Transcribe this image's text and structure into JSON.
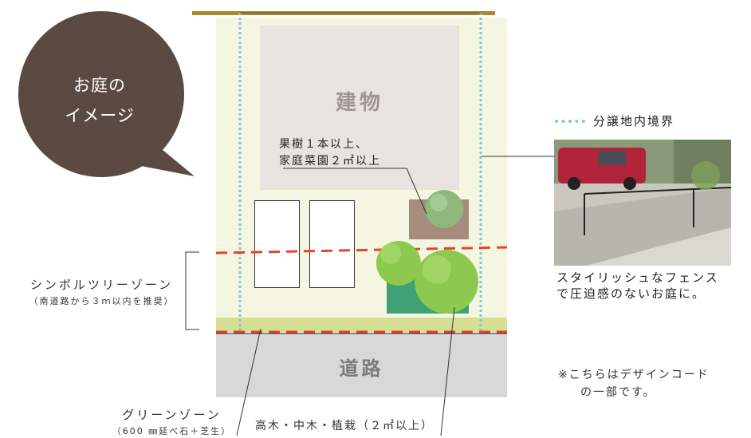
{
  "bubble": {
    "line1": "お庭の",
    "line2": "イメージ",
    "color": "#5a4a42"
  },
  "plan": {
    "building_label": "建物",
    "road_label": "道路",
    "fruit_note_line1": "果樹１本以上、",
    "fruit_note_line2": "家庭菜園２㎡以上"
  },
  "labels": {
    "symbol_zone": "シンボルツリーゾーン",
    "symbol_zone_sub": "（南道路から３ｍ以内を推奨）",
    "green_zone": "グリーンゾーン",
    "green_zone_sub": "（600 ㎜延べ石＋芝生）",
    "planting": "高木・中木・植栽（２㎡以上）"
  },
  "legend": {
    "boundary": "分譲地内境界",
    "boundary_color": "#7ec9cf"
  },
  "photo_caption": {
    "line1": "スタイリッシュなフェンス",
    "line2": "で圧迫感のないお庭に。"
  },
  "footnote": {
    "line1": "※こちらはデザインコード",
    "line2": "の一部です。"
  },
  "colors": {
    "zone_line": "#e0472a",
    "lot": "#f4f6e2",
    "road": "#d8d8d8",
    "tree": "#7cbf4a"
  }
}
